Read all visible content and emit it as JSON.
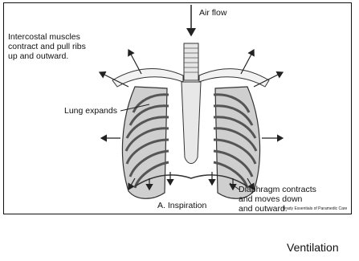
{
  "labels": {
    "airflow": "Air flow",
    "intercostal": [
      "Intercostal muscles",
      "contract and pull ribs",
      "up and outward."
    ],
    "lung": "Lung expands",
    "diaphragm": [
      "Diaphragm contracts",
      "and moves down",
      "and outward."
    ],
    "caption": "A. Inspiration",
    "credit": "Brady Essentials of Paramedic Care"
  },
  "slide_title": "Ventilation"
}
